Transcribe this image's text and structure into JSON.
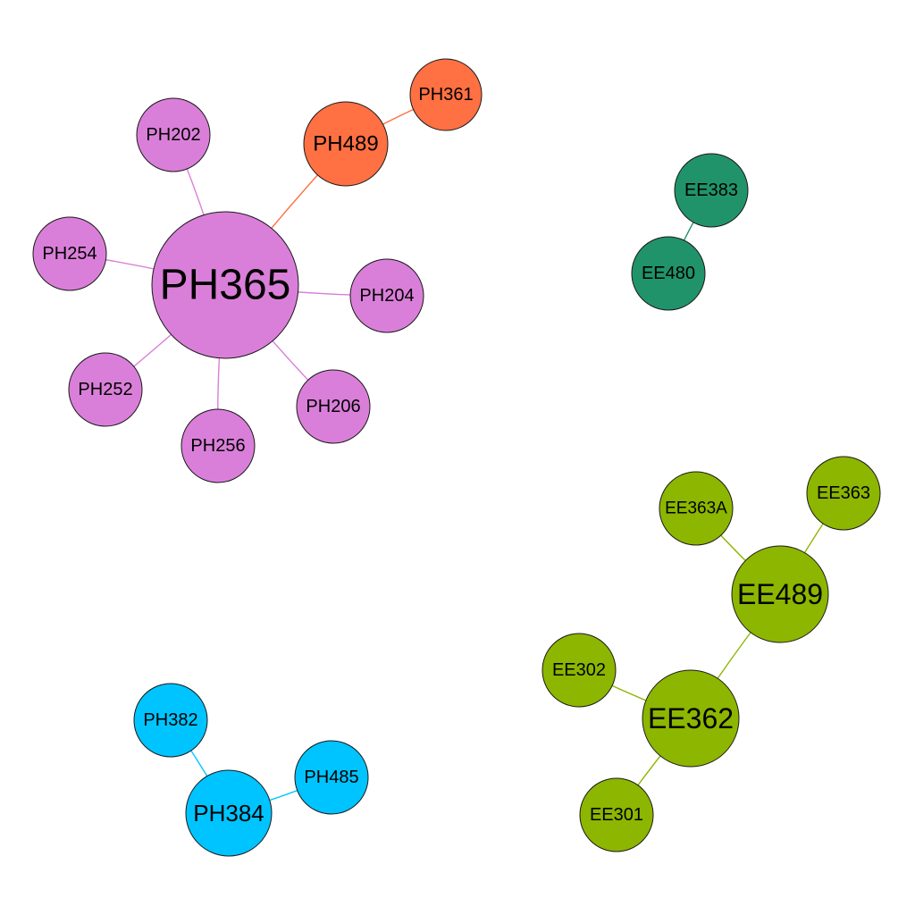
{
  "colors": {
    "orchid": "#da7fd9",
    "coral": "#ff7043",
    "teal": "#21936b",
    "lime": "#8db600",
    "cyan": "#00c4ff"
  },
  "nodes": [
    {
      "id": "PH365",
      "label": "PH365",
      "color": "orchid"
    },
    {
      "id": "PH202",
      "label": "PH202",
      "color": "orchid"
    },
    {
      "id": "PH254",
      "label": "PH254",
      "color": "orchid"
    },
    {
      "id": "PH252",
      "label": "PH252",
      "color": "orchid"
    },
    {
      "id": "PH256",
      "label": "PH256",
      "color": "orchid"
    },
    {
      "id": "PH206",
      "label": "PH206",
      "color": "orchid"
    },
    {
      "id": "PH204",
      "label": "PH204",
      "color": "orchid"
    },
    {
      "id": "PH489",
      "label": "PH489",
      "color": "coral"
    },
    {
      "id": "PH361",
      "label": "PH361",
      "color": "coral"
    },
    {
      "id": "EE383",
      "label": "EE383",
      "color": "teal"
    },
    {
      "id": "EE480",
      "label": "EE480",
      "color": "teal"
    },
    {
      "id": "EE363A",
      "label": "EE363A",
      "color": "lime"
    },
    {
      "id": "EE363",
      "label": "EE363",
      "color": "lime"
    },
    {
      "id": "EE489",
      "label": "EE489",
      "color": "lime"
    },
    {
      "id": "EE302",
      "label": "EE302",
      "color": "lime"
    },
    {
      "id": "EE362",
      "label": "EE362",
      "color": "lime"
    },
    {
      "id": "EE301",
      "label": "EE301",
      "color": "lime"
    },
    {
      "id": "PH382",
      "label": "PH382",
      "color": "cyan"
    },
    {
      "id": "PH384",
      "label": "PH384",
      "color": "cyan"
    },
    {
      "id": "PH485",
      "label": "PH485",
      "color": "cyan"
    }
  ],
  "edges": [
    {
      "source": "PH365",
      "target": "PH202",
      "color": "orchid"
    },
    {
      "source": "PH365",
      "target": "PH254",
      "color": "orchid"
    },
    {
      "source": "PH365",
      "target": "PH252",
      "color": "orchid"
    },
    {
      "source": "PH365",
      "target": "PH256",
      "color": "orchid"
    },
    {
      "source": "PH365",
      "target": "PH206",
      "color": "orchid"
    },
    {
      "source": "PH365",
      "target": "PH204",
      "color": "orchid"
    },
    {
      "source": "PH365",
      "target": "PH489",
      "color": "coral"
    },
    {
      "source": "PH489",
      "target": "PH361",
      "color": "coral"
    },
    {
      "source": "EE383",
      "target": "EE480",
      "color": "teal"
    },
    {
      "source": "EE363A",
      "target": "EE489",
      "color": "lime"
    },
    {
      "source": "EE363",
      "target": "EE489",
      "color": "lime"
    },
    {
      "source": "EE489",
      "target": "EE362",
      "color": "lime"
    },
    {
      "source": "EE302",
      "target": "EE362",
      "color": "lime"
    },
    {
      "source": "EE362",
      "target": "EE301",
      "color": "lime"
    },
    {
      "source": "PH382",
      "target": "PH384",
      "color": "cyan"
    },
    {
      "source": "PH384",
      "target": "PH485",
      "color": "cyan"
    }
  ]
}
